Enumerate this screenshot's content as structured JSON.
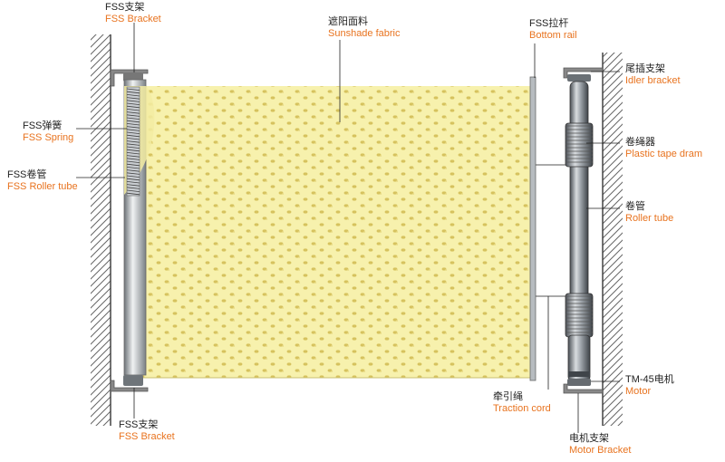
{
  "colors": {
    "accent_text": "#e8731f",
    "label_text": "#222222",
    "fabric": "#f6f0a8",
    "fabric_dot": "#d9c86a",
    "metal": "#8a8f95",
    "wall": "#555555"
  },
  "labels": {
    "fss_bracket_top": {
      "cn": "FSS支架",
      "en": "FSS Bracket"
    },
    "fss_spring": {
      "cn": "FSS弹簧",
      "en": "FSS Spring"
    },
    "fss_roller_tube": {
      "cn": "FSS卷管",
      "en": "FSS Roller tube"
    },
    "fss_bracket_bottom": {
      "cn": "FSS支架",
      "en": "FSS Bracket"
    },
    "sunshade_fabric": {
      "cn": "遮阳面料",
      "en": "Sunshade fabric"
    },
    "bottom_rail": {
      "cn": "FSS拉杆",
      "en": "Bottom rail"
    },
    "idler_bracket": {
      "cn": "尾插支架",
      "en": "Idler bracket"
    },
    "plastic_tape_drum": {
      "cn": "卷绳器",
      "en": "Plastic tape dram"
    },
    "roller_tube": {
      "cn": "卷管",
      "en": "Roller tube"
    },
    "motor": {
      "cn": "TM-45电机",
      "en": "Motor"
    },
    "traction_cord": {
      "cn": "牵引绳",
      "en": "Traction cord"
    },
    "motor_bracket": {
      "cn": "电机支架",
      "en": "Motor Bracket"
    }
  }
}
